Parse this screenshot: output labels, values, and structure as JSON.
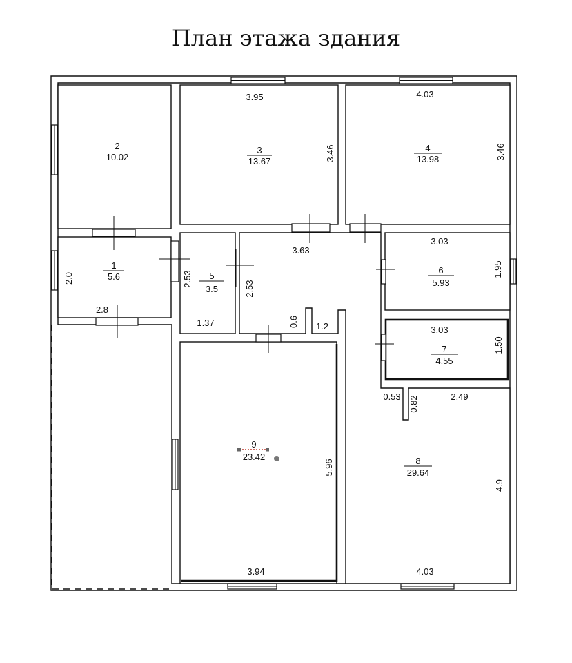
{
  "title": "План этажа здания",
  "rooms": [
    {
      "num": "1",
      "area": "5.6"
    },
    {
      "num": "2",
      "area": "10.02"
    },
    {
      "num": "3",
      "area": "13.67"
    },
    {
      "num": "4",
      "area": "13.98"
    },
    {
      "num": "5",
      "area": "3.5"
    },
    {
      "num": "6",
      "area": "5.93"
    },
    {
      "num": "7",
      "area": "4.55"
    },
    {
      "num": "8",
      "area": "29.64"
    },
    {
      "num": "9",
      "area": "23.42"
    }
  ],
  "dims": {
    "r3_w": "3.95",
    "r3_h": "3.46",
    "r4_w": "4.03",
    "r4_h": "3.46",
    "r1_h": "2.0",
    "r1_w": "2.8",
    "r5_h": "2.53",
    "r5_w": "1.37",
    "hall_h": "2.53",
    "hall_w": "3.63",
    "hall_a": "0.6",
    "hall_b": "1.2",
    "r6_w": "3.03",
    "r6_h": "1.95",
    "r7_w": "3.03",
    "r7_h": "1.50",
    "r8_a": "0.53",
    "r8_b": "0.82",
    "r8_c": "2.49",
    "r8_h": "4.9",
    "r8_w": "4.03",
    "r9_h": "5.96",
    "r9_w": "3.94"
  }
}
